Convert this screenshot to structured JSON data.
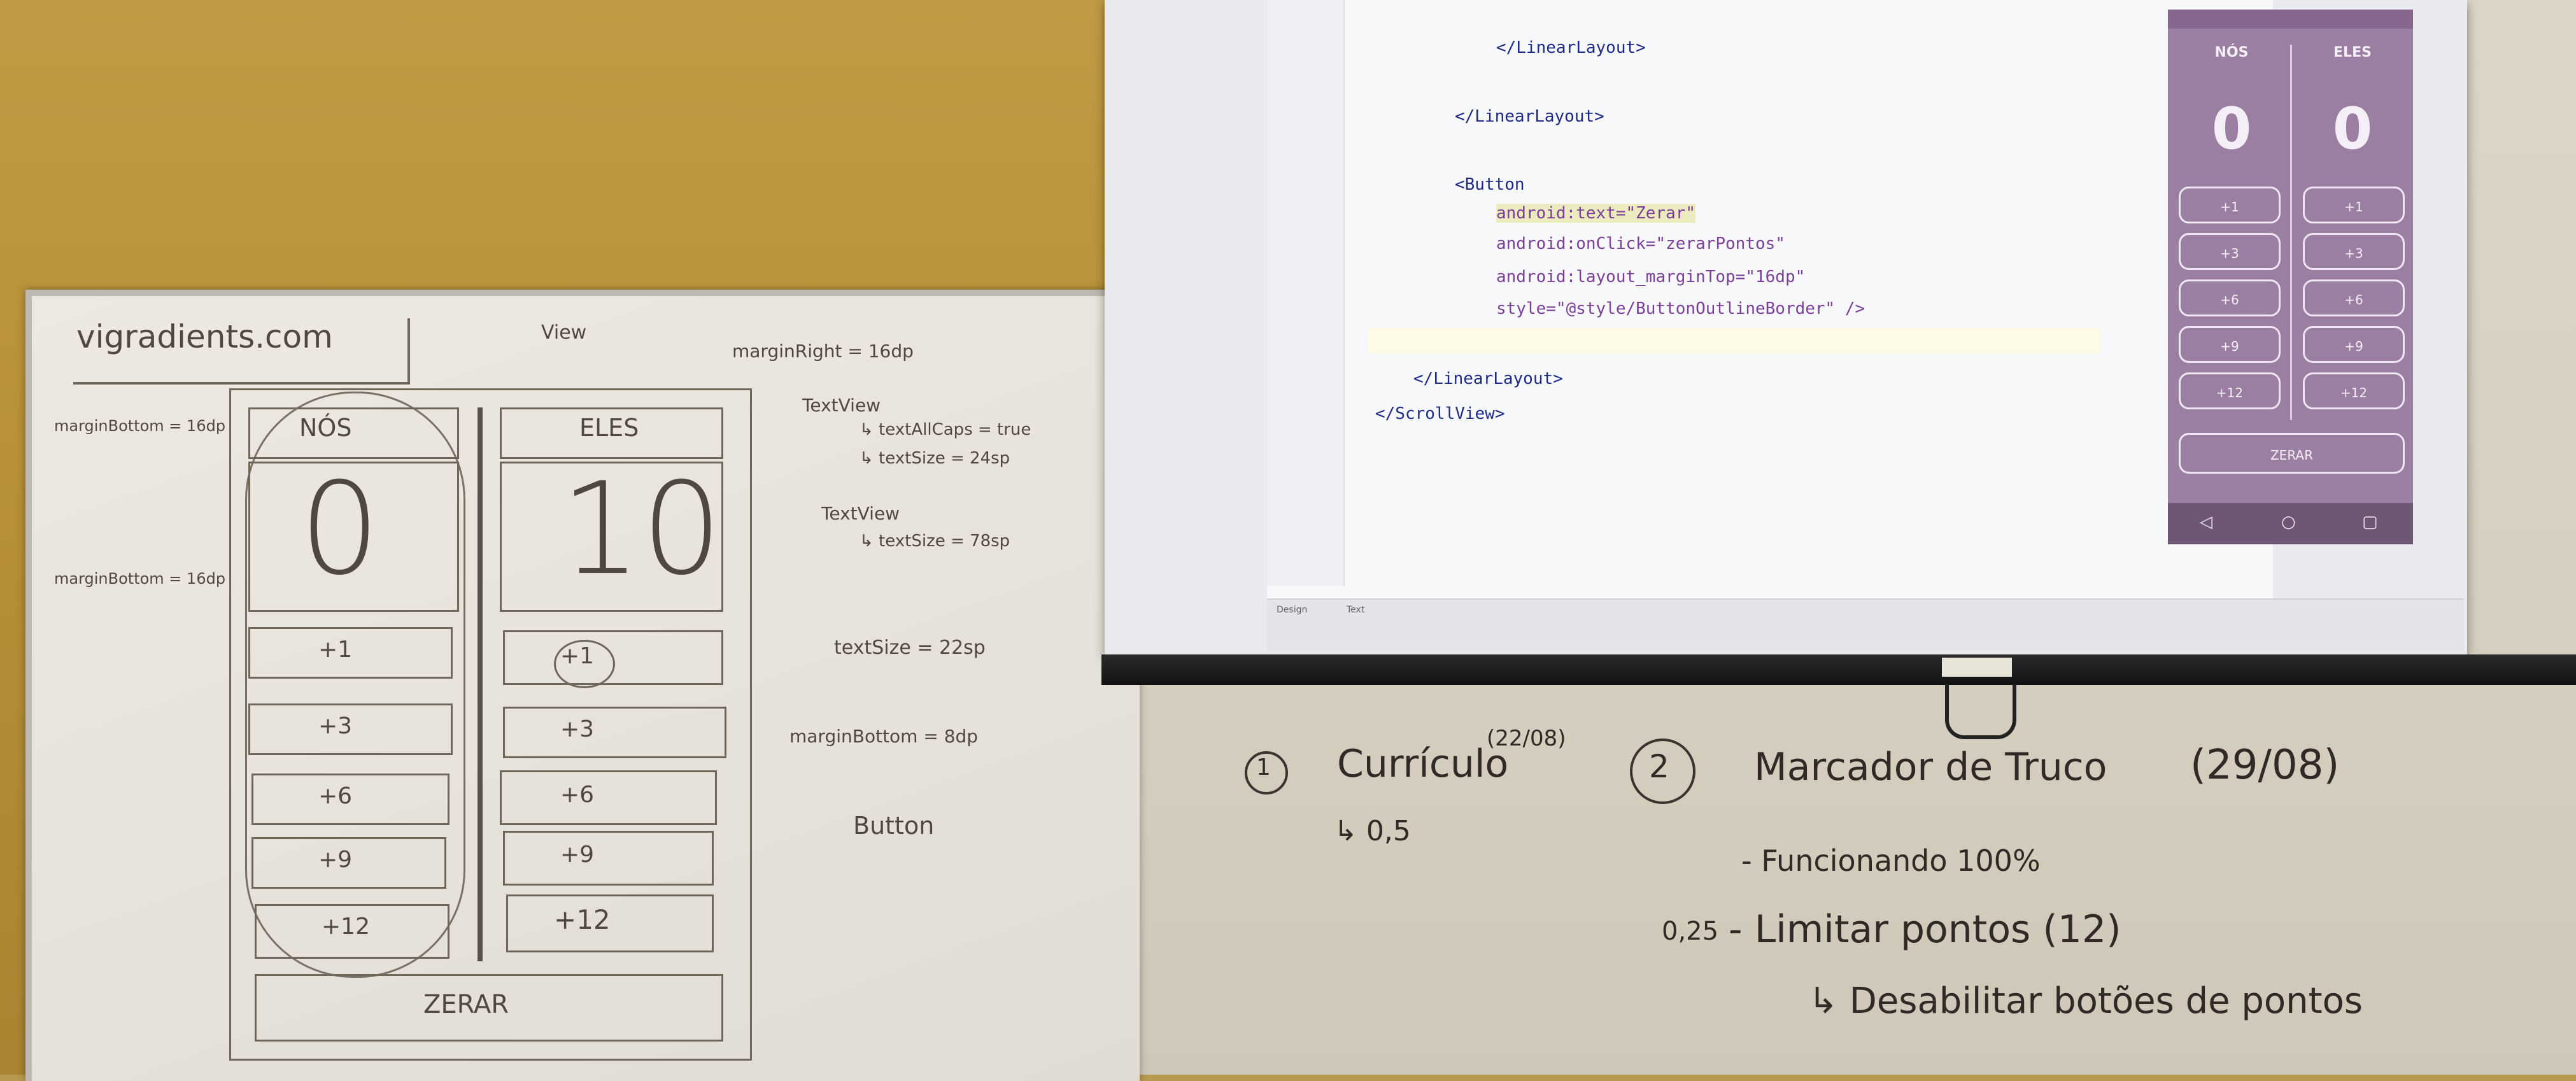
{
  "whiteboard": {
    "site": "vigradients.com",
    "view_label": "View",
    "margin_right": "marginRight = 16dp",
    "margin_bottom_1": "marginBottom = 16dp",
    "margin_bottom_2": "marginBottom = 16dp",
    "col_left": "NÓS",
    "col_right": "ELES",
    "score_left": "0",
    "score_right": "10",
    "buttons": [
      "+1",
      "+3",
      "+6",
      "+9",
      "+12"
    ],
    "reset": "ZERAR",
    "note_textview1": "TextView",
    "note_allcaps": "↳ textAllCaps = true",
    "note_textsize1": "↳ textSize = 24sp",
    "note_textview2": "TextView",
    "note_textsize2": "↳ textSize = 78sp",
    "note_textsize3": "textSize = 22sp",
    "note_marginbottom": "marginBottom = 8dp",
    "note_button": "Button"
  },
  "ide": {
    "lines": [
      "</LinearLayout>",
      "</LinearLayout>",
      "<Button",
      "android:text=\"Zerar\"",
      "android:onClick=\"zerarPontos\"",
      "android:layout_marginTop=\"16dp\"",
      "style=\"@style/ButtonOutlineBorder\" />",
      "</LinearLayout>",
      "</ScrollView>"
    ],
    "tabs": [
      "Design",
      "Text"
    ]
  },
  "phone": {
    "col_left": "NÓS",
    "col_right": "ELES",
    "score_left": "0",
    "score_right": "0",
    "buttons": [
      "+1",
      "+3",
      "+6",
      "+9",
      "+12"
    ],
    "reset": "ZERAR",
    "nav_back": "◁",
    "nav_home": "○",
    "nav_recent": "▢"
  },
  "notes": {
    "item1_num": "1",
    "item1": "Currículo",
    "item1_date": "(22/08)",
    "item1_grade": "↳ 0,5",
    "item2_num": "2",
    "item2": "Marcador de Truco",
    "item2_date": "(29/08)",
    "item2_line1": "- Funcionando 100%",
    "item2_line2_score": "0,25",
    "item2_line2": "- Limitar pontos (12)",
    "item2_line3": "↳ Desabilitar botões de pontos"
  },
  "colors": {
    "phone_bg": "#9b7fa3",
    "code_tag": "#1e2a88",
    "code_attr": "#7b3f9a",
    "code_string": "#1c7a2c"
  }
}
